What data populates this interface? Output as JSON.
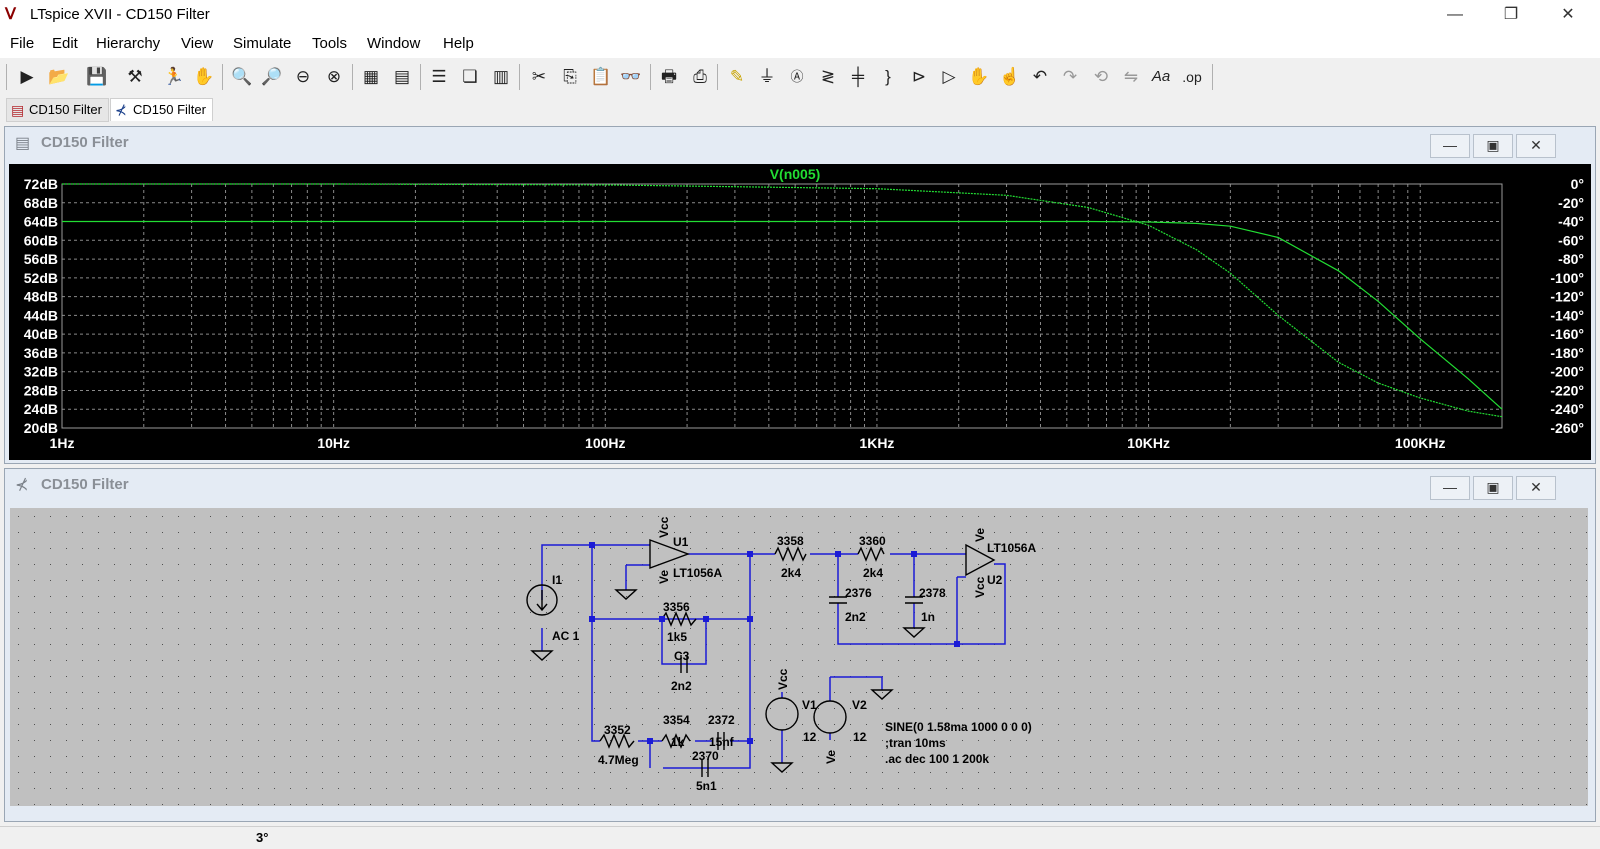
{
  "window": {
    "title": "LTspice XVII - CD150 Filter",
    "minimize": "—",
    "restore": "❐",
    "close": "✕"
  },
  "menu": [
    "File",
    "Edit",
    "Hierarchy",
    "View",
    "Simulate",
    "Tools",
    "Window",
    "Help"
  ],
  "toolbar_icons": [
    "run",
    "open",
    "save",
    "control-panel",
    "halt",
    "pan",
    "zoom-in",
    "zoom-area",
    "zoom-out",
    "zoom-cancel",
    "autoscale",
    "autorange",
    "tile-horizontal",
    "cascade",
    "tile-vertical",
    "cut",
    "copy",
    "paste",
    "find",
    "print-preview",
    "print",
    "draw-wire",
    "ground",
    "label-net",
    "resistor",
    "capacitor",
    "inductor",
    "diode",
    "component",
    "move",
    "drag",
    "undo",
    "redo",
    "rotate",
    "mirror",
    "text",
    "spice-directive"
  ],
  "tabs": [
    {
      "label": "CD150 Filter",
      "icon": "waveform-icon"
    },
    {
      "label": "CD150 Filter",
      "icon": "schematic-icon"
    }
  ],
  "waveform_window": {
    "title": "CD150 Filter"
  },
  "schematic_window": {
    "title": "CD150 Filter"
  },
  "status": {
    "text": "3°"
  },
  "chart_data": {
    "type": "line",
    "title": "V(n005)",
    "x": [
      1,
      10,
      100,
      1000,
      3000,
      6000,
      10000,
      15000,
      20000,
      30000,
      50000,
      70000,
      100000,
      150000,
      200000
    ],
    "xscale": "log",
    "xlim": [
      1,
      200000
    ],
    "ylim": [
      20,
      72
    ],
    "y2lim": [
      -260,
      0
    ],
    "xticks": [
      "1Hz",
      "10Hz",
      "100Hz",
      "1KHz",
      "10KHz",
      "100KHz"
    ],
    "yticks": [
      "72dB",
      "68dB",
      "64dB",
      "60dB",
      "56dB",
      "52dB",
      "48dB",
      "44dB",
      "40dB",
      "36dB",
      "32dB",
      "28dB",
      "24dB",
      "20dB"
    ],
    "y2ticks": [
      "0°",
      "-20°",
      "-40°",
      "-60°",
      "-80°",
      "-100°",
      "-120°",
      "-140°",
      "-160°",
      "-180°",
      "-200°",
      "-220°",
      "-240°",
      "-260°"
    ],
    "grid": true,
    "color": "#22dd33",
    "series": [
      {
        "values": [
          64,
          64,
          64,
          64,
          64,
          64,
          63.9,
          63.6,
          63,
          60.6,
          53.5,
          47,
          39,
          30.5,
          24
        ]
      },
      {
        "axis": "right",
        "values": [
          0,
          0,
          -1,
          -5,
          -12,
          -25,
          -44,
          -70,
          -95,
          -140,
          -190,
          -212,
          -228,
          -242,
          -248
        ]
      }
    ]
  },
  "schematic": {
    "labels": [
      {
        "text": "U1"
      },
      {
        "text": "LT1056A"
      },
      {
        "text": "Vcc"
      },
      {
        "text": "Ve"
      },
      {
        "text": "3358"
      },
      {
        "text": "2k4"
      },
      {
        "text": "3360"
      },
      {
        "text": "2k4"
      },
      {
        "text": "LT1056A"
      },
      {
        "text": "Ve"
      },
      {
        "text": "U2"
      },
      {
        "text": "Vcc"
      },
      {
        "text": "I1"
      },
      {
        "text": "AC 1"
      },
      {
        "text": "3356"
      },
      {
        "text": "1k5"
      },
      {
        "text": "C3"
      },
      {
        "text": "2n2"
      },
      {
        "text": "2376"
      },
      {
        "text": "2n2"
      },
      {
        "text": "2378"
      },
      {
        "text": "1n"
      },
      {
        "text": "3352"
      },
      {
        "text": "4.7Meg"
      },
      {
        "text": "3354"
      },
      {
        "text": "1k"
      },
      {
        "text": "2372"
      },
      {
        "text": "15nf"
      },
      {
        "text": "2370"
      },
      {
        "text": "5n1"
      },
      {
        "text": "Vcc"
      },
      {
        "text": "V1"
      },
      {
        "text": "12"
      },
      {
        "text": "V2"
      },
      {
        "text": "Ve"
      },
      {
        "text": "12"
      },
      {
        "text": "SINE(0 1.58ma 1000 0 0 0)"
      },
      {
        "text": ";tran 10ms"
      },
      {
        "text": ".ac dec 100 1 200k"
      }
    ]
  }
}
